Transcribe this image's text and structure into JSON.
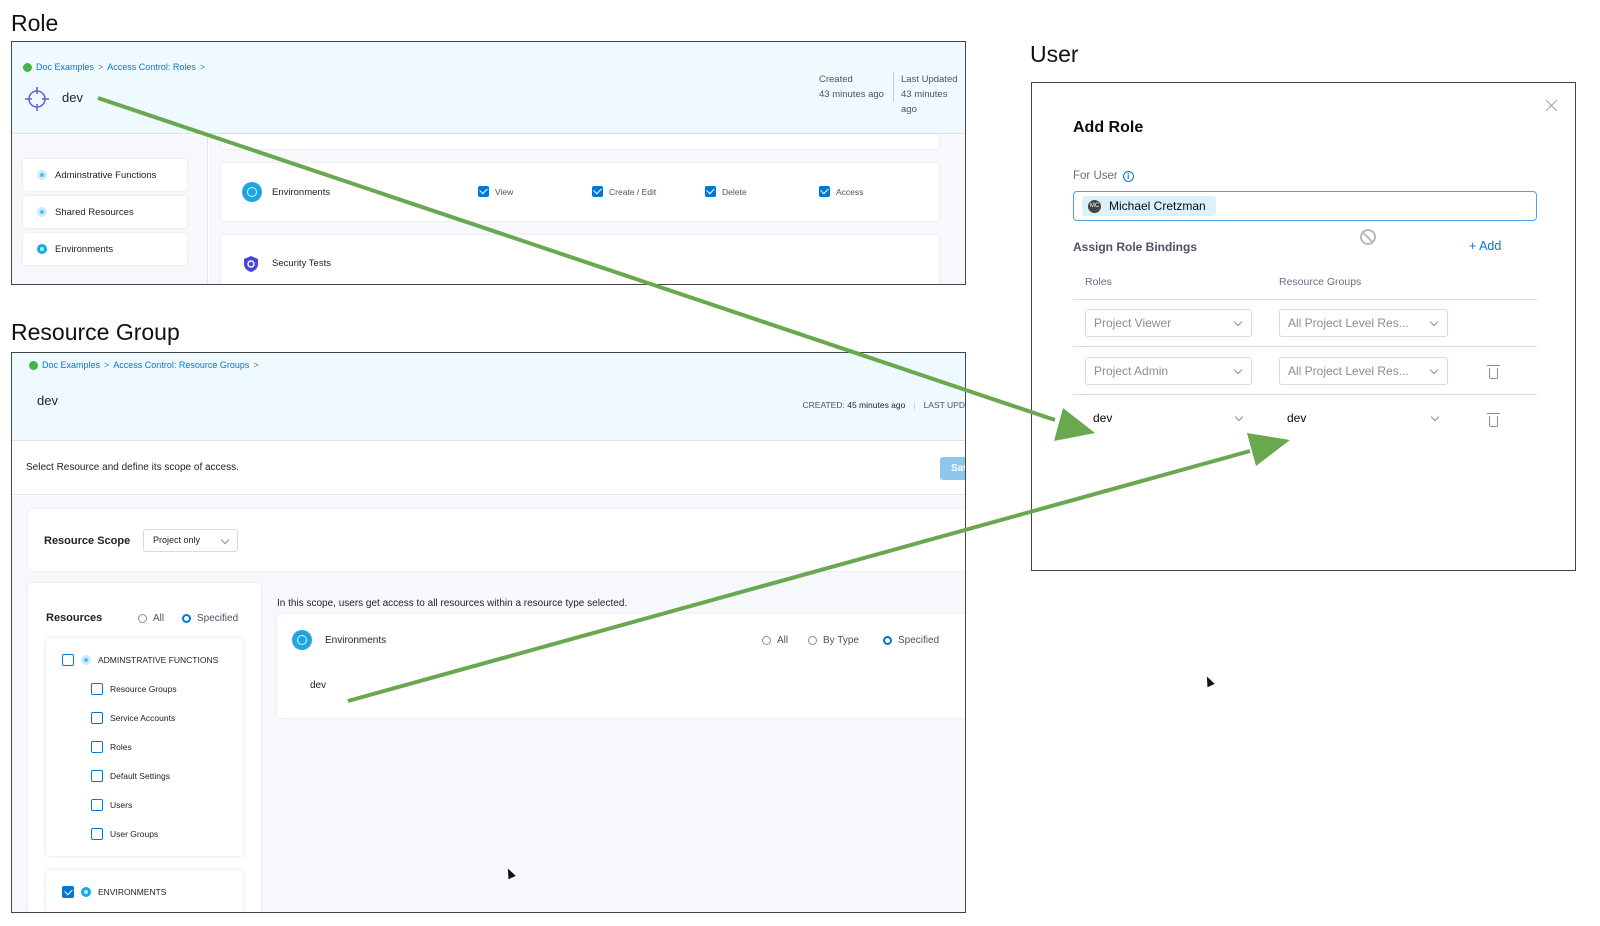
{
  "labels": {
    "role": "Role",
    "resource_group": "Resource Group",
    "user": "User"
  },
  "role_panel": {
    "breadcrumb": [
      "Doc Examples",
      "Access Control: Roles"
    ],
    "breadcrumb_sep": ">",
    "title": "dev",
    "created_label": "Created",
    "created_value": "43 minutes ago",
    "updated_label": "Last Updated",
    "updated_value": "43 minutes ago",
    "nav_items": [
      "Adminstrative Functions",
      "Shared Resources",
      "Environments"
    ],
    "env_card": {
      "name": "Environments",
      "permissions": [
        "View",
        "Create / Edit",
        "Delete",
        "Access"
      ]
    },
    "security_card": {
      "name": "Security Tests"
    }
  },
  "rg_panel": {
    "breadcrumb": [
      "Doc Examples",
      "Access Control: Resource Groups"
    ],
    "breadcrumb_sep": ">",
    "title": "dev",
    "created_label": "CREATED:",
    "created_value": "45 minutes ago",
    "updated_label": "LAST UPD",
    "subtitle": "Select Resource and define its scope of access.",
    "save_label": "Sav",
    "scope_label": "Resource Scope",
    "scope_value": "Project only",
    "resources_title": "Resources",
    "resources_radio": [
      "All",
      "Specified"
    ],
    "resources_selected": "Specified",
    "admin_group": "ADMINSTRATIVE FUNCTIONS",
    "admin_items": [
      "Resource Groups",
      "Service Accounts",
      "Roles",
      "Default Settings",
      "Users",
      "User Groups"
    ],
    "env_group": "ENVIRONMENTS",
    "main_text": "In this scope, users get access to all resources within a resource type selected.",
    "env_card": {
      "name": "Environments",
      "radio": [
        "All",
        "By Type",
        "Specified"
      ],
      "selected": "Specified",
      "item": "dev"
    }
  },
  "user_panel": {
    "title": "Add Role",
    "for_user_label": "For User",
    "info_glyph": "i",
    "user_chip": "Michael Cretzman",
    "user_initials": "MC",
    "assign_label": "Assign Role Bindings",
    "add_label": "+ Add",
    "col_roles": "Roles",
    "col_groups": "Resource Groups",
    "rows": [
      {
        "role": "Project Viewer",
        "group": "All Project Level Res..."
      },
      {
        "role": "Project Admin",
        "group": "All Project Level Res..."
      },
      {
        "role": "dev",
        "group": "dev"
      }
    ]
  },
  "colors": {
    "accent": "#0278d5",
    "header_bg": "#eefaff",
    "arrow": "#6aa84f"
  }
}
